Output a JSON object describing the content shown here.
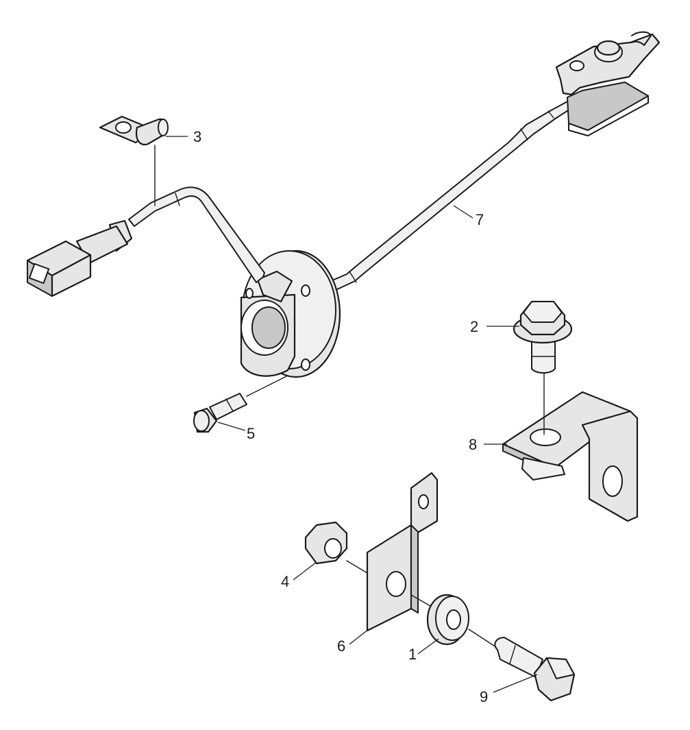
{
  "diagram": {
    "callouts": [
      {
        "id": "c1",
        "label": "1"
      },
      {
        "id": "c2",
        "label": "2"
      },
      {
        "id": "c3",
        "label": "3"
      },
      {
        "id": "c4",
        "label": "4"
      },
      {
        "id": "c5",
        "label": "5"
      },
      {
        "id": "c6",
        "label": "6"
      },
      {
        "id": "c7",
        "label": "7"
      },
      {
        "id": "c8",
        "label": "8"
      },
      {
        "id": "c9",
        "label": "9"
      }
    ]
  }
}
